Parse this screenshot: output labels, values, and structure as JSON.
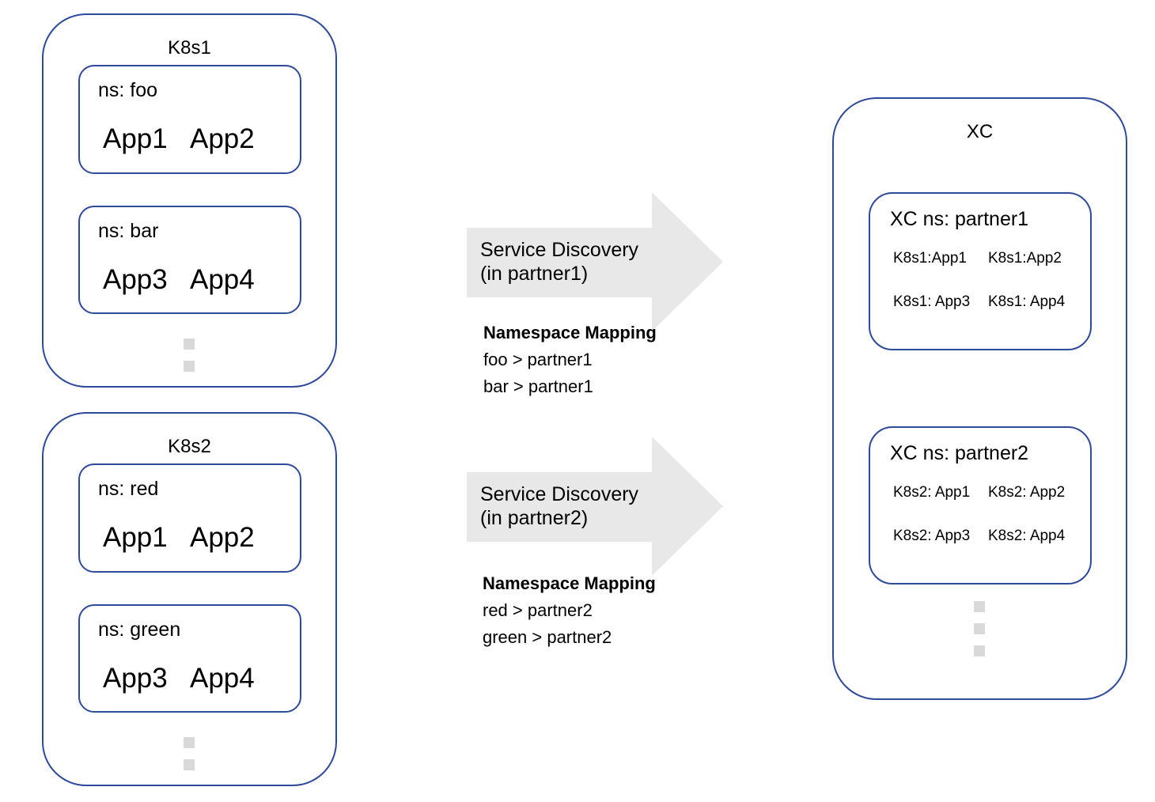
{
  "colors": {
    "border": "#2e4a9c",
    "arrow_fill": "#e8e8e8",
    "dots": "#d9d9d9"
  },
  "k8s1": {
    "title": "K8s1",
    "namespaces": [
      {
        "label": "ns: foo",
        "apps": [
          "App1",
          "App2"
        ]
      },
      {
        "label": "ns: bar",
        "apps": [
          "App3",
          "App4"
        ]
      }
    ]
  },
  "k8s2": {
    "title": "K8s2",
    "namespaces": [
      {
        "label": "ns: red",
        "apps": [
          "App1",
          "App2"
        ]
      },
      {
        "label": "ns: green",
        "apps": [
          "App3",
          "App4"
        ]
      }
    ]
  },
  "discovery": [
    {
      "label": "Service Discovery\n(in partner1)",
      "mapping_title": "Namespace Mapping",
      "mappings": [
        "foo > partner1",
        "bar > partner1"
      ]
    },
    {
      "label": "Service Discovery\n(in partner2)",
      "mapping_title": "Namespace Mapping",
      "mappings": [
        "red > partner2",
        "green > partner2"
      ]
    }
  ],
  "xc": {
    "title": "XC",
    "namespaces": [
      {
        "label": "XC ns: partner1",
        "apps": [
          "K8s1:App1",
          "K8s1:App2",
          "K8s1: App3",
          "K8s1: App4"
        ]
      },
      {
        "label": "XC ns: partner2",
        "apps": [
          "K8s2: App1",
          "K8s2: App2",
          "K8s2: App3",
          "K8s2: App4"
        ]
      }
    ]
  }
}
